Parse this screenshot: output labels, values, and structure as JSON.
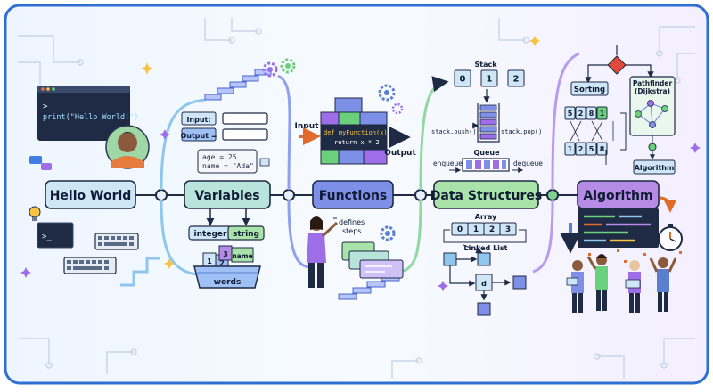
{
  "stages": {
    "hello_world": "Hello World",
    "variables": "Variables",
    "functions": "Functions",
    "data_structures": "Data Structures",
    "algorithm": "Algorithm"
  },
  "hello": {
    "prompt": ">_",
    "code": "print(\"Hello World!\")",
    "terminal_prompt": ">_"
  },
  "variables": {
    "input_label": "Input:",
    "output_label": "Output =",
    "code_line1": "age = 25",
    "code_line2": "name = \"Ada\"",
    "type_integer": "integer",
    "type_string": "string",
    "basket_label": "words",
    "card_1": "1",
    "card_2": "2",
    "card_3": "3",
    "card_name": "name"
  },
  "functions": {
    "input_label": "Input",
    "output_label": "Output",
    "code_line1": "def myFunction(x):",
    "code_line2": "return x * 2",
    "note_line1": "defines",
    "note_line2": "steps"
  },
  "data_structures": {
    "stack_label": "Stack",
    "stack_values": [
      "0",
      "1",
      "2"
    ],
    "stack_push": "stack.push()",
    "stack_pop": "stack.pop()",
    "queue_label": "Queue",
    "enqueue": "enqueue",
    "dequeue": "dequeue",
    "array_label": "Array",
    "array_values": [
      "0",
      "1",
      "2",
      "3"
    ],
    "linked_list_label": "Linked List",
    "node_label": "d"
  },
  "algorithm": {
    "sorting_label": "Sorting",
    "pathfinder_line1": "Pathfinder",
    "pathfinder_line2": "(Dijkstra)",
    "algorithm_label": "Algorithm",
    "unsorted": [
      "5",
      "2",
      "8",
      "1"
    ],
    "sorted": [
      "1",
      "2",
      "5",
      "8"
    ]
  },
  "colors": {
    "hello": "#cfe6f7",
    "variables": "#b9e4dc",
    "functions": "#7e8fe8",
    "data_structures": "#a9e3a9",
    "algorithm": "#b68be6",
    "line": "#1f2a44",
    "frame": "#2f6fd1"
  }
}
